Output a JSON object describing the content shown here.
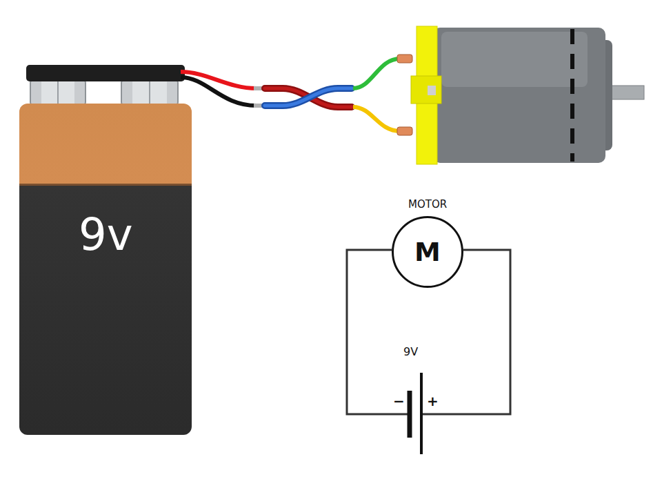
{
  "diagram": {
    "nodes": [
      {
        "text": [
          "9v"
        ]
      },
      {
        "text": [
          "MOTOR",
          "M"
        ]
      }
    ],
    "labels": [
      "9V",
      "−",
      "+"
    ]
  }
}
